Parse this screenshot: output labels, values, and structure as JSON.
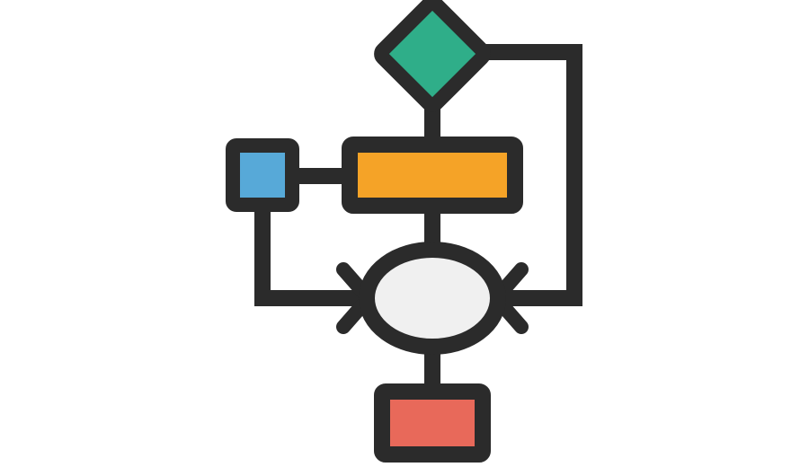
{
  "colors": {
    "background": "#ffffff",
    "outline": "#2b2b2b",
    "decision_fill": "#2fae89",
    "input_fill": "#57a9d8",
    "process_fill": "#f5a327",
    "merge_fill": "#f0f0f0",
    "terminal_fill": "#e8695a"
  },
  "icons": {
    "main": "flowchart-icon",
    "decision": "diamond-decision-shape",
    "input": "square-input-shape",
    "process": "rectangle-process-shape",
    "merge": "ellipse-merge-shape",
    "terminal": "rectangle-terminal-shape"
  }
}
